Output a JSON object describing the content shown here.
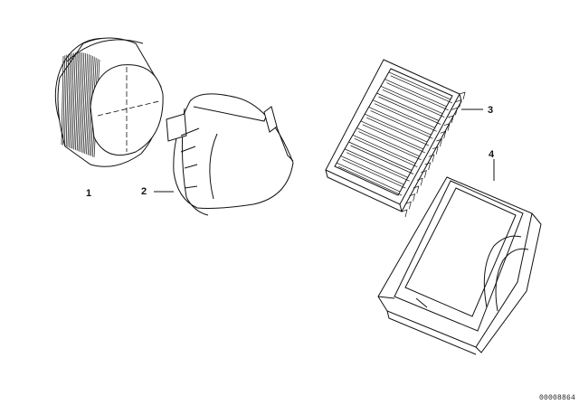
{
  "callouts": {
    "part1": "1",
    "part2": "2",
    "part3": "3",
    "part4": "4"
  },
  "catalog_number": "00008864",
  "colors": {
    "line": "#111111",
    "background": "#ffffff"
  }
}
